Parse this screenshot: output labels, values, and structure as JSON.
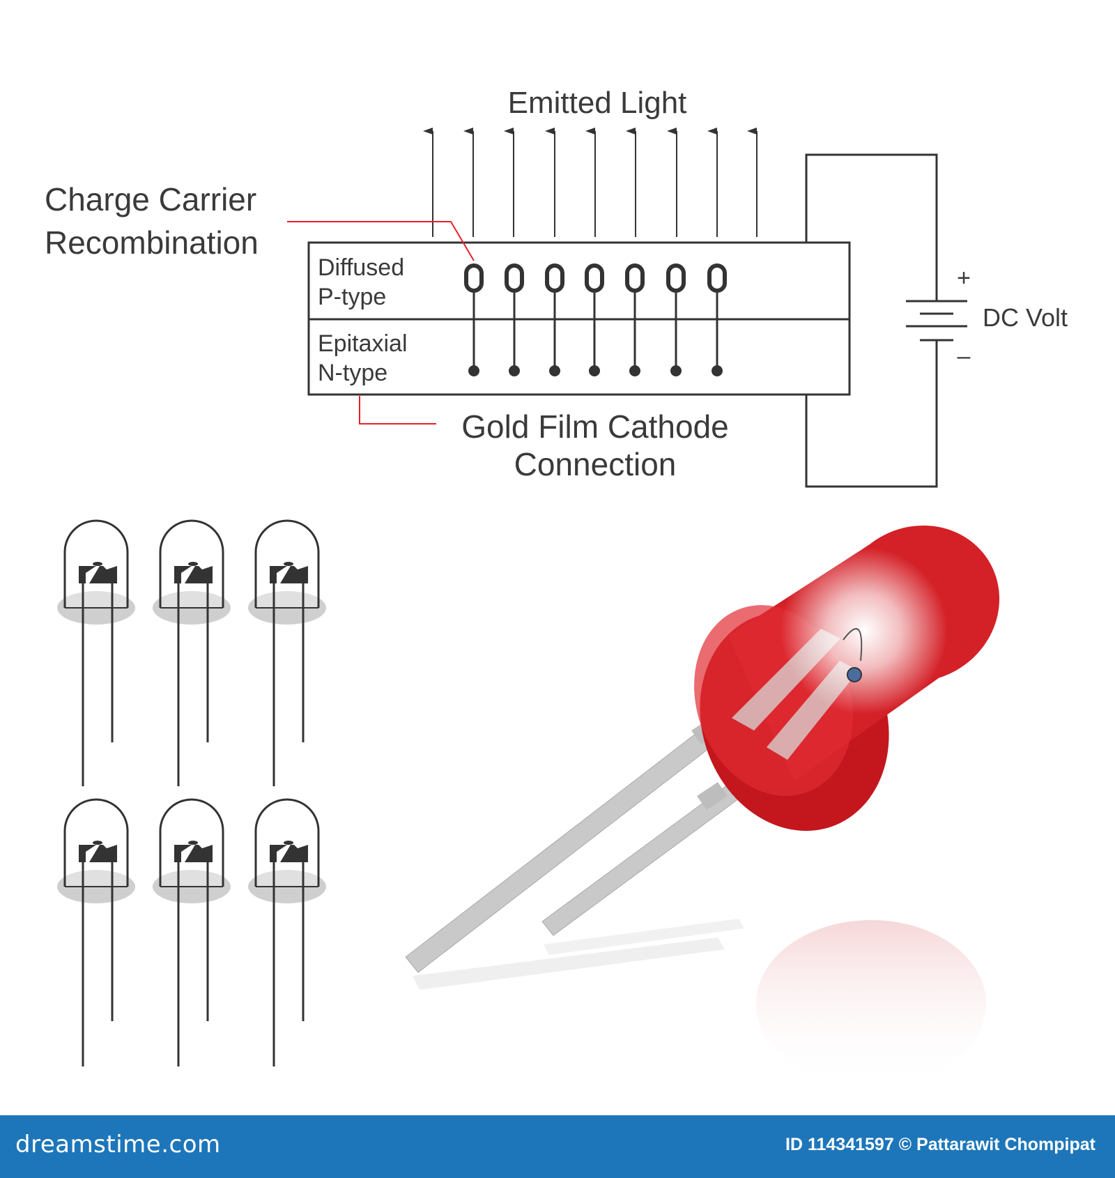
{
  "diagram": {
    "emitted_light": "Emitted Light",
    "charge_carrier_line1": "Charge Carrier",
    "charge_carrier_line2": "Recombination",
    "p_type_line1": "Diffused",
    "p_type_line2": "P-type",
    "n_type_line1": "Epitaxial",
    "n_type_line2": "N-type",
    "gold_film_line1": "Gold Film Cathode",
    "gold_film_line2": "Connection",
    "dc_volt": "DC Volt",
    "plus": "+",
    "minus": "–"
  },
  "colors": {
    "led_red": "#d42027",
    "leader_red": "#e8202a",
    "footer_blue": "#1d76b9",
    "line_dark": "#333333"
  },
  "footer": {
    "brand": "dreamstime.com",
    "credit": "ID 114341597 © Pattarawit Chompipat"
  }
}
